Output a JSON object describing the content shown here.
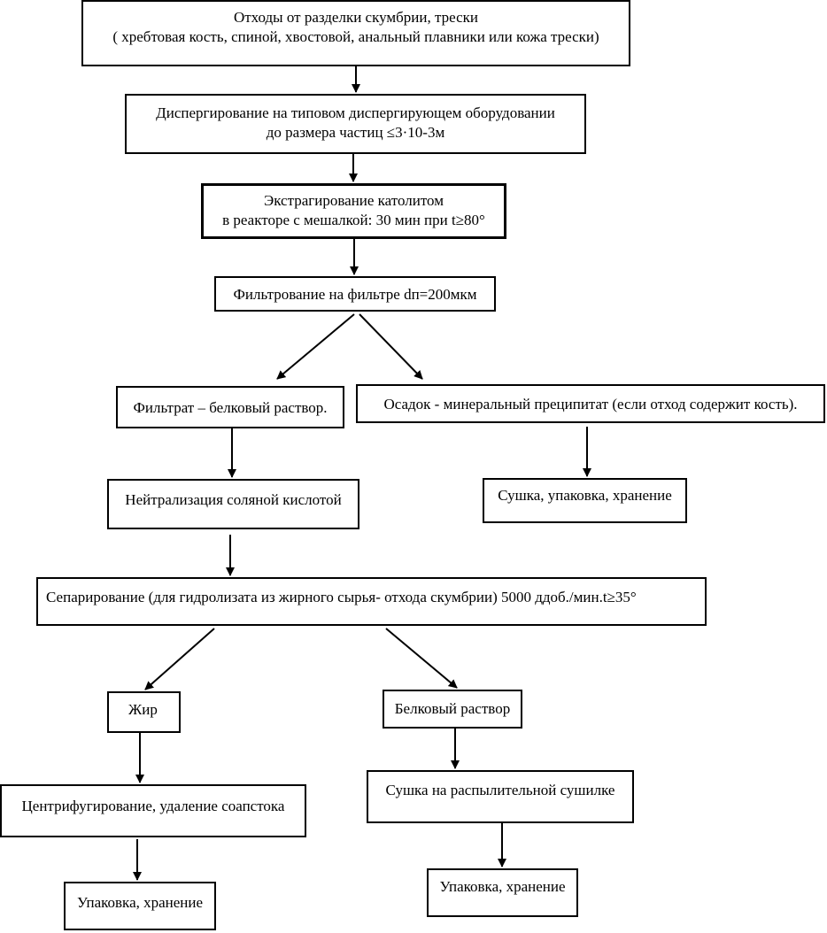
{
  "nodes": {
    "n1": {
      "lines": [
        "Отходы  от разделки скумбрии, трески",
        "( хребтовая кость, спиной, хвостовой, анальный плавники или кожа трески)"
      ]
    },
    "n2": {
      "lines": [
        "Диспергирование  на типовом диспергирующем  оборудовании",
        "до размера частиц ≤3·10-3м"
      ]
    },
    "n3": {
      "lines": [
        "Экстрагирование католитом",
        "в реакторе с мешалкой: 30 мин при t≥80°"
      ]
    },
    "n4": {
      "lines": [
        "Фильтрование на фильтре dп=200мкм"
      ]
    },
    "n5": {
      "lines": [
        "Фильтрат – белковый раствор."
      ]
    },
    "n6": {
      "lines": [
        "Осадок - минеральный преципитат (если отход содержит кость)."
      ]
    },
    "n7": {
      "lines": [
        "Нейтрализация соляной кислотой"
      ]
    },
    "n8": {
      "lines": [
        "Сушка, упаковка, хранение"
      ]
    },
    "n9": {
      "lines": [
        "Сепарирование  (для гидролизата из жирного сырья- отхода скумбрии) 5000 ддоб./мин.t≥35°"
      ]
    },
    "n10": {
      "lines": [
        "Жир"
      ]
    },
    "n11": {
      "lines": [
        "Белковый раствор"
      ]
    },
    "n12": {
      "lines": [
        "Центрифугирование, удаление соапстока"
      ]
    },
    "n13": {
      "lines": [
        "Сушка на распылительной сушилке"
      ]
    },
    "n14": {
      "lines": [
        "Упаковка, хранение"
      ]
    },
    "n15": {
      "lines": [
        "Упаковка, хранение"
      ]
    }
  },
  "edges": [
    {
      "from": "n1",
      "to": "n2"
    },
    {
      "from": "n2",
      "to": "n3"
    },
    {
      "from": "n3",
      "to": "n4"
    },
    {
      "from": "n4",
      "to": "n5"
    },
    {
      "from": "n4",
      "to": "n6"
    },
    {
      "from": "n5",
      "to": "n7"
    },
    {
      "from": "n6",
      "to": "n8"
    },
    {
      "from": "n7",
      "to": "n9"
    },
    {
      "from": "n9",
      "to": "n10"
    },
    {
      "from": "n9",
      "to": "n11"
    },
    {
      "from": "n10",
      "to": "n12"
    },
    {
      "from": "n11",
      "to": "n13"
    },
    {
      "from": "n12",
      "to": "n14"
    },
    {
      "from": "n13",
      "to": "n15"
    }
  ]
}
